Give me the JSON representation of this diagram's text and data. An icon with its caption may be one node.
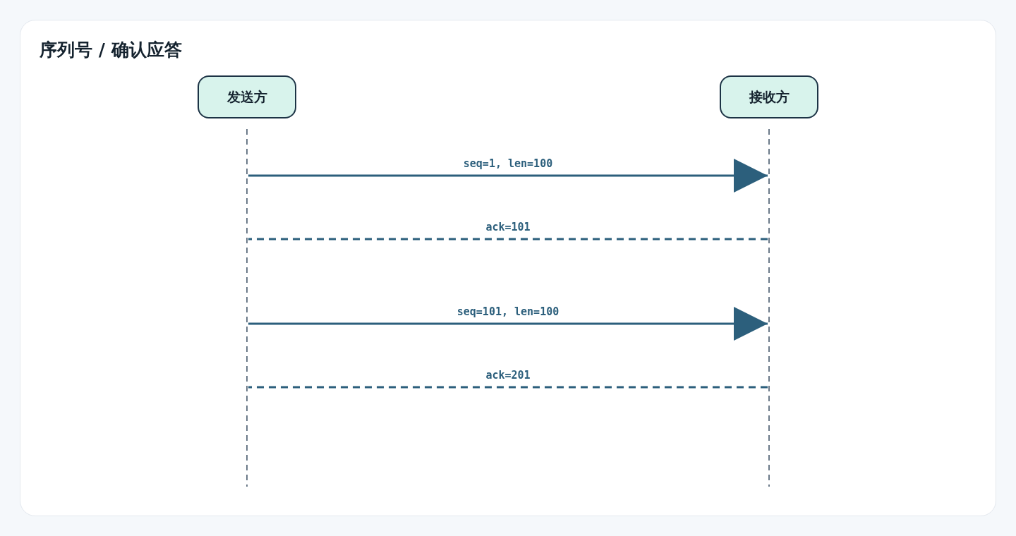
{
  "diagram": {
    "title": "序列号 / 确认应答",
    "nodes": [
      {
        "text": [
          "发送方"
        ]
      },
      {
        "text": [
          "接收方"
        ]
      },
      {
        "text": [],
        "shape": "line"
      },
      {
        "text": [],
        "shape": "line"
      }
    ],
    "edges": [
      {
        "from": 2,
        "to": 3,
        "arrow": "to",
        "label": "seq=1, len=100"
      },
      {
        "from": 3,
        "to": 2,
        "arrow": "none",
        "label": "ack=101",
        "style": "dashed"
      },
      {
        "from": 2,
        "to": 3,
        "arrow": "to",
        "label": "seq=101, len=100"
      },
      {
        "from": 3,
        "to": 2,
        "arrow": "none",
        "label": "ack=201",
        "style": "dashed"
      }
    ]
  }
}
